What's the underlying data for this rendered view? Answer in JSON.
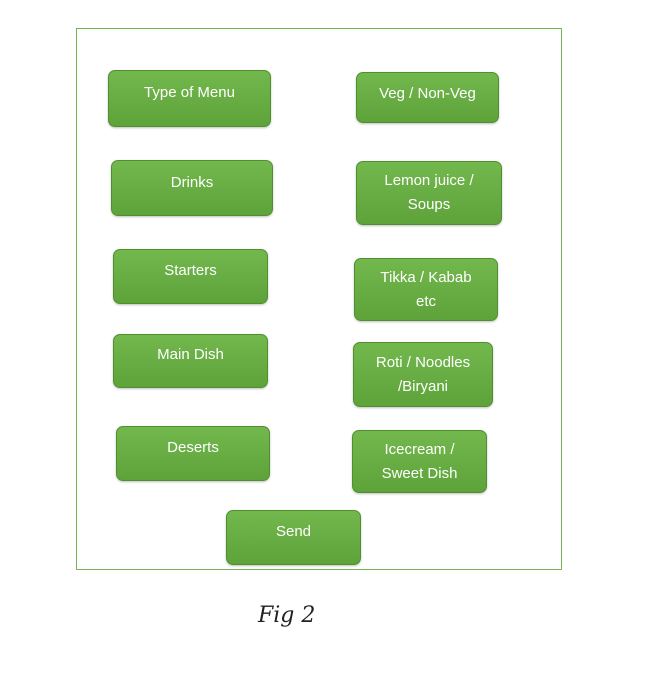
{
  "diagram": {
    "left_column": [
      "Type of Menu",
      "Drinks",
      "Starters",
      "Main Dish",
      "Deserts"
    ],
    "right_column": [
      "Veg / Non-Veg",
      "Lemon juice /\nSoups",
      "Tikka / Kabab\netc",
      "Roti / Noodles\n/Biryani",
      "Icecream /\nSweet Dish"
    ],
    "send_label": "Send",
    "caption": "Fig 2"
  },
  "colors": {
    "box_fill": "#66ad42",
    "frame_border": "#77b255"
  }
}
